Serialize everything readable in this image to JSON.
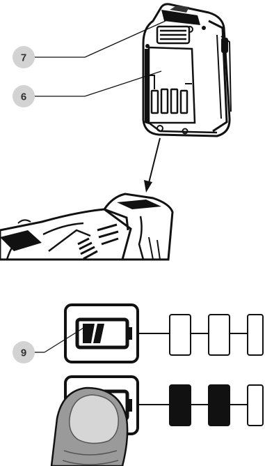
{
  "callouts": {
    "c7": "7",
    "c6": "6",
    "c9": "9"
  },
  "colors": {
    "ink": "#111111",
    "callout_fill": "#d3d3d3",
    "callout_text": "#333333",
    "finger_fill": "#9a9a9a",
    "finger_highlight": "#d6d6d6",
    "battery_body": "#ffffff"
  },
  "indicators": {
    "row1": {
      "battery_level": "low",
      "segments": [
        "empty",
        "empty",
        "empty"
      ]
    },
    "row2": {
      "battery_level": "pressed",
      "segments": [
        "filled",
        "filled",
        "empty"
      ]
    }
  },
  "icons": [
    "battery-pack-icon",
    "drill-icon",
    "arrow-icon",
    "battery-level-icon",
    "finger-icon"
  ]
}
